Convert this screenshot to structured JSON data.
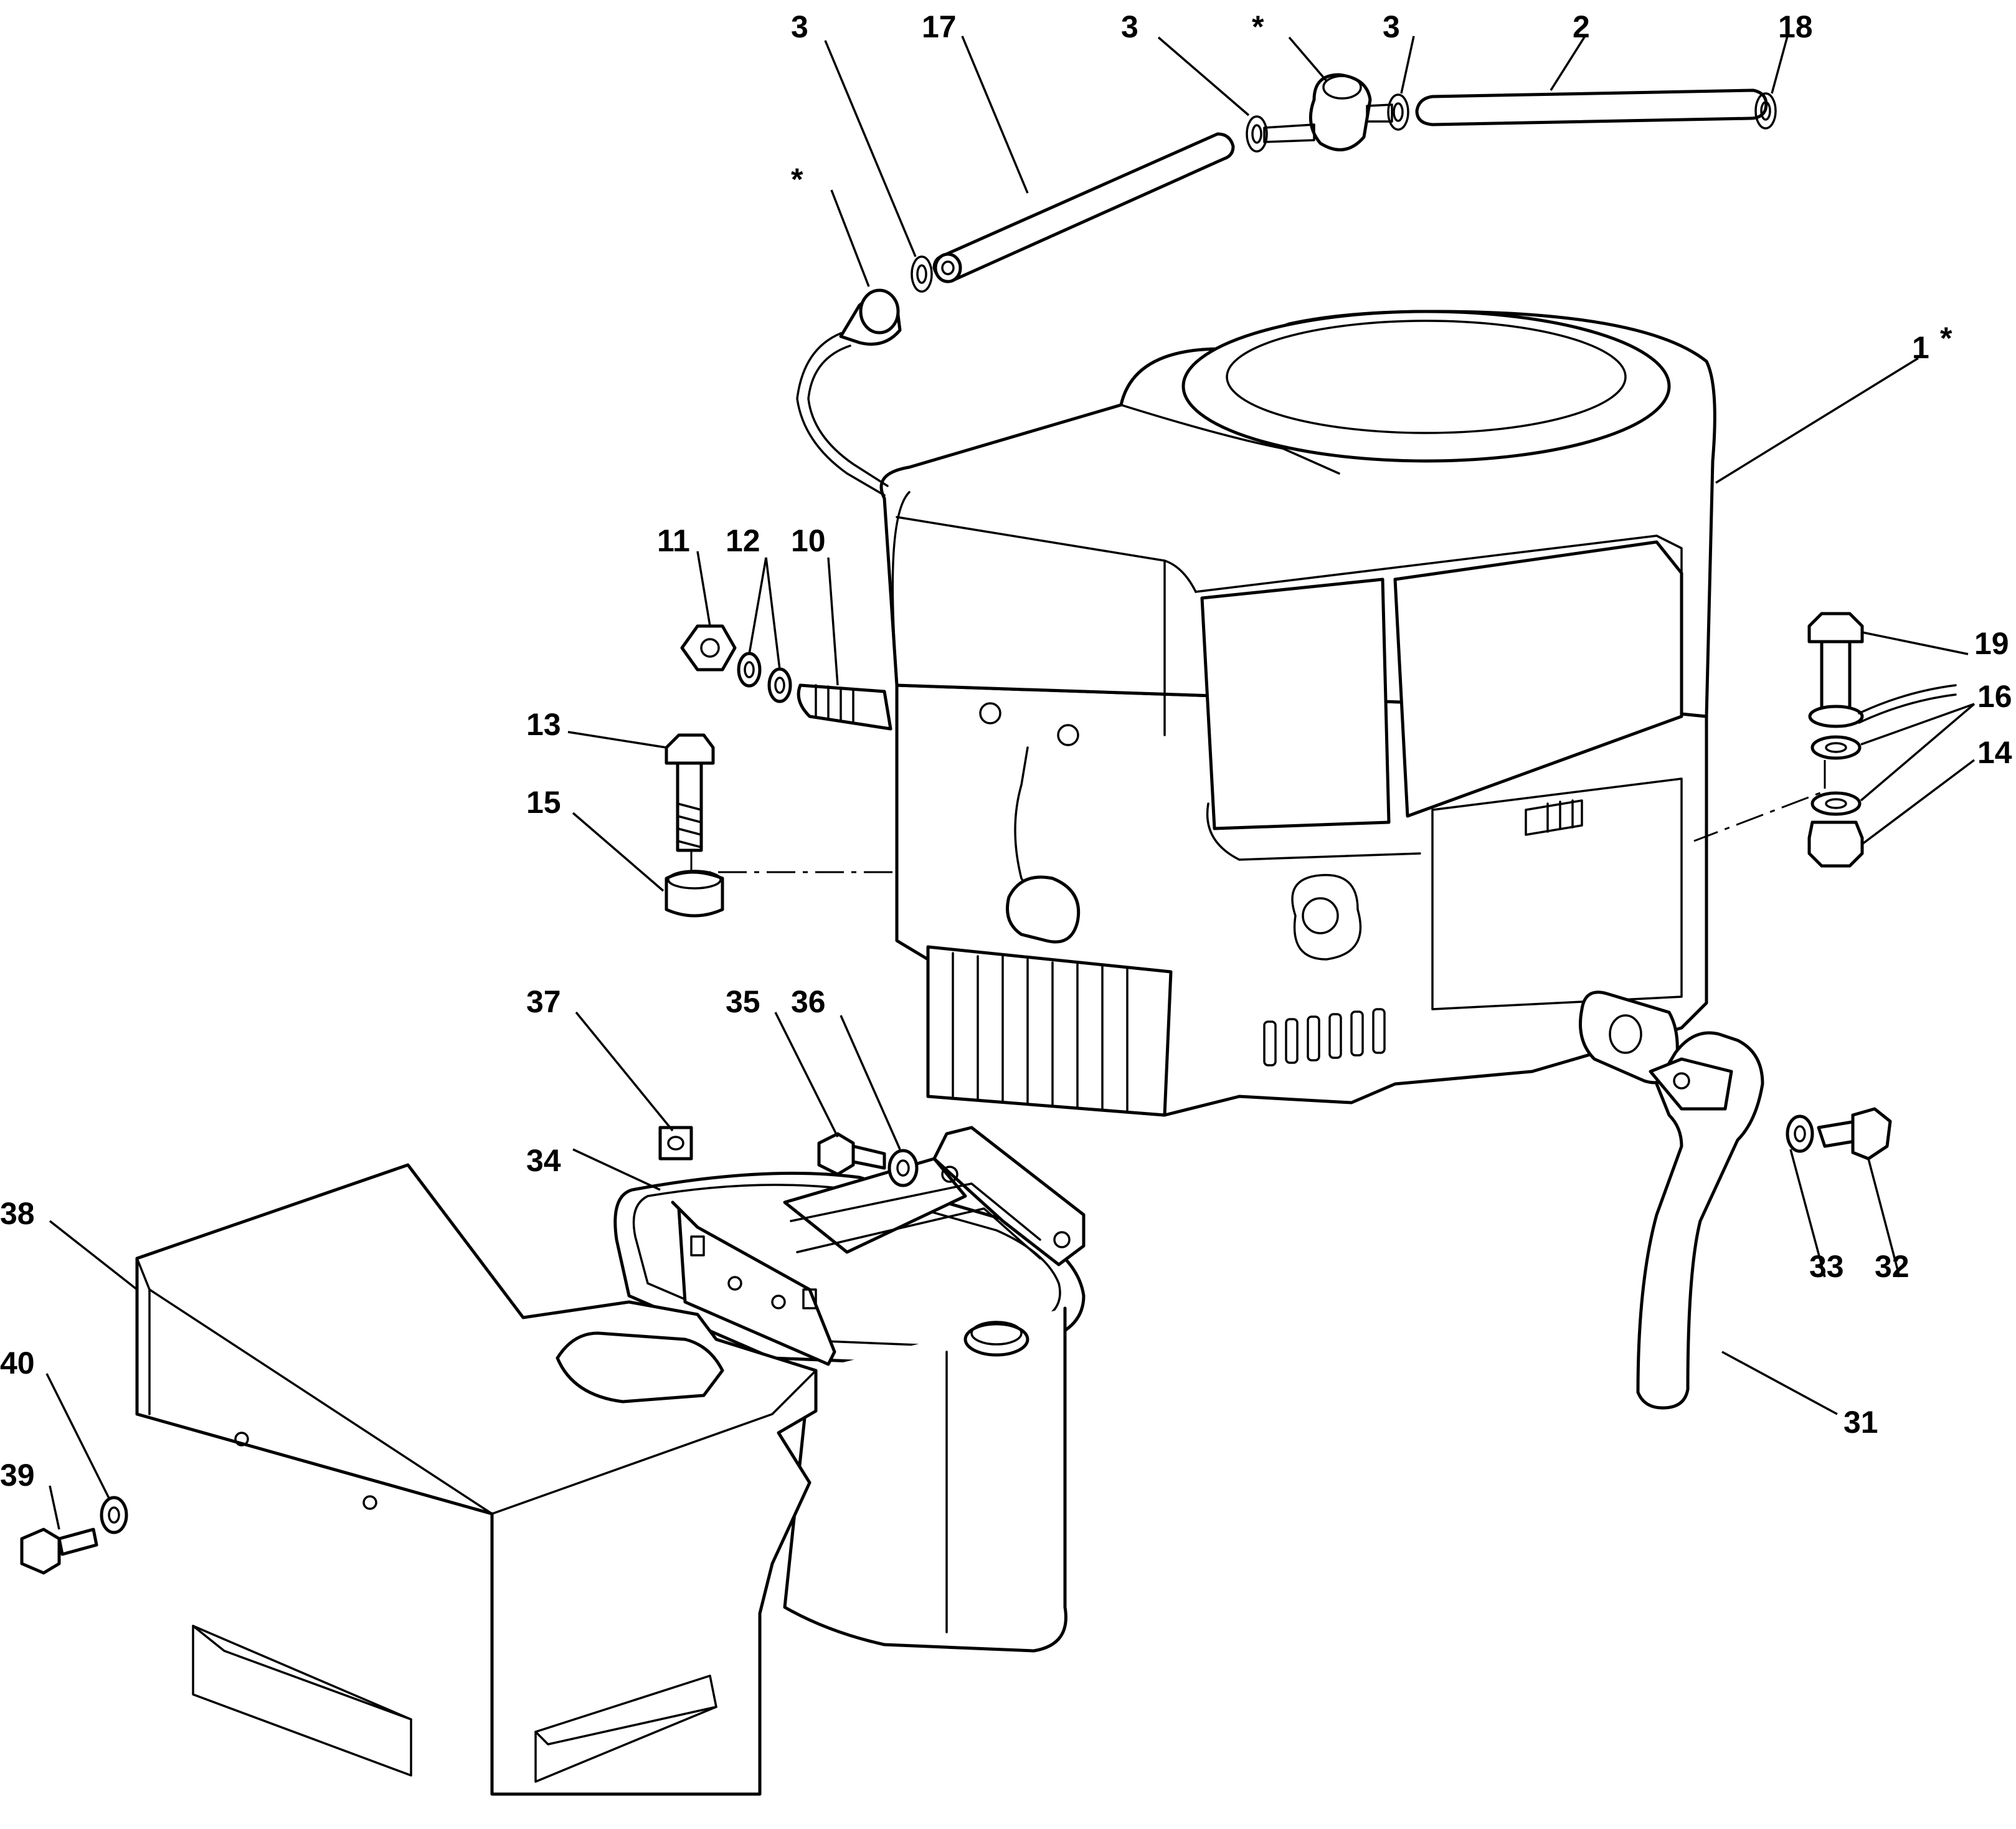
{
  "colors": {
    "ink": "#000000",
    "paper": "#ffffff"
  },
  "callouts": {
    "c1": "1",
    "c2": "2",
    "c3a": "3",
    "c3b": "3",
    "c3c": "3",
    "c10": "10",
    "c11": "11",
    "c12": "12",
    "c13": "13",
    "c14": "14",
    "c15": "15",
    "c16": "16",
    "c17": "17",
    "c18": "18",
    "c19": "19",
    "c31": "31",
    "c32": "32",
    "c33": "33",
    "c34": "34",
    "c35": "35",
    "c36": "36",
    "c37": "37",
    "c38": "38",
    "c39": "39",
    "c40": "40",
    "star_fuel_filter": "*",
    "star_valve": "*",
    "star_engine": "*"
  }
}
